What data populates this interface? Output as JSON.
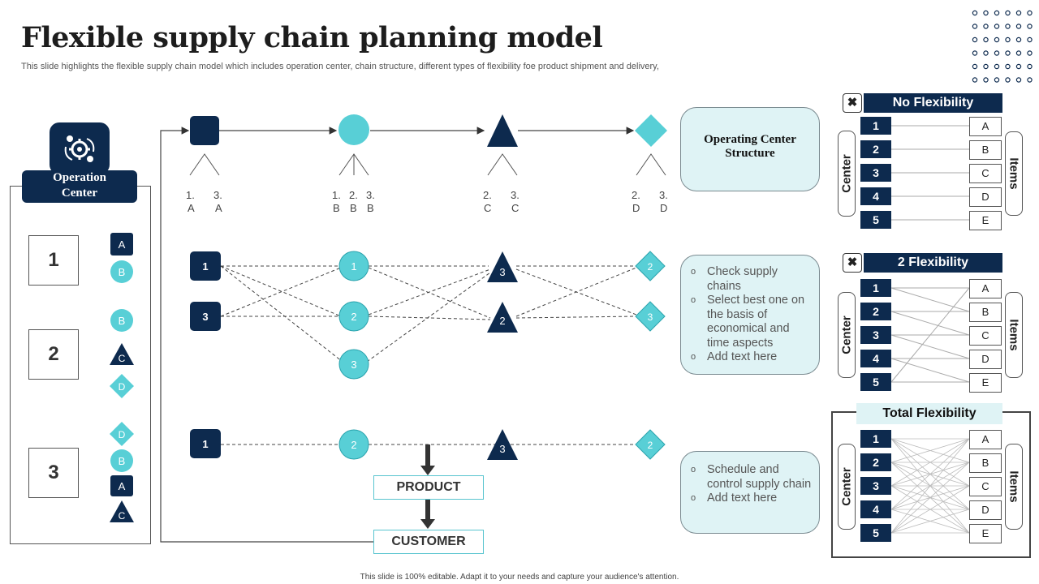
{
  "title": "Flexible supply chain planning model",
  "subtitle": "This slide highlights the flexible supply chain model which includes operation center, chain structure, different types of flexibility foe product shipment and delivery,",
  "footer": "This slide is 100% editable. Adapt it to your needs and capture your audience's attention.",
  "colors": {
    "navy": "#0d2a4e",
    "teal": "#58cfd6",
    "light_teal": "#dff3f5"
  },
  "operation_center": {
    "label_line1": "Operation",
    "label_line2": "Center",
    "icon": "gears-hands-icon",
    "rows": [
      {
        "number": "1",
        "shapes": [
          "A",
          "B"
        ]
      },
      {
        "number": "2",
        "shapes": [
          "B",
          "C",
          "D"
        ]
      },
      {
        "number": "3",
        "shapes": [
          "D",
          "B",
          "A",
          "C"
        ]
      }
    ]
  },
  "top_row": {
    "nodes": [
      {
        "shape": "square",
        "tags": [
          {
            "n": "1.",
            "l": "A"
          },
          {
            "n": "3.",
            "l": "A"
          }
        ]
      },
      {
        "shape": "circle",
        "tags": [
          {
            "n": "1.",
            "l": "B"
          },
          {
            "n": "2.",
            "l": "B"
          },
          {
            "n": "3.",
            "l": "B"
          }
        ]
      },
      {
        "shape": "triangle",
        "tags": [
          {
            "n": "2.",
            "l": "C"
          },
          {
            "n": "3.",
            "l": "C"
          }
        ]
      },
      {
        "shape": "diamond",
        "tags": [
          {
            "n": "2.",
            "l": "D"
          },
          {
            "n": "3.",
            "l": "D"
          }
        ]
      }
    ]
  },
  "middle_network": {
    "squares": [
      "1",
      "3"
    ],
    "circles": [
      "1",
      "2",
      "3"
    ],
    "triangles": [
      "3",
      "2"
    ],
    "diamonds": [
      "2",
      "3"
    ]
  },
  "bottom_chain": {
    "square": "1",
    "circle": "2",
    "triangle": "3",
    "diamond": "2",
    "product": "PRODUCT",
    "customer": "CUSTOMER"
  },
  "info_boxes": {
    "structure_line1": "Operating Center",
    "structure_line2": "Structure",
    "middle_bullets": [
      "Check supply chains",
      "Select best one on the basis of economical and time aspects",
      "Add text here"
    ],
    "bottom_bullets": [
      "Schedule and control supply chain",
      "Add text here"
    ]
  },
  "flexibility_panels": [
    {
      "title": "No Flexibility",
      "close_icon": "x-icon",
      "left_label": "Center",
      "right_label": "Items",
      "numbers": [
        "1",
        "2",
        "3",
        "4",
        "5"
      ],
      "letters": [
        "A",
        "B",
        "C",
        "D",
        "E"
      ]
    },
    {
      "title": "2 Flexibility",
      "close_icon": "x-icon",
      "left_label": "Center",
      "right_label": "Items",
      "numbers": [
        "1",
        "2",
        "3",
        "4",
        "5"
      ],
      "letters": [
        "A",
        "B",
        "C",
        "D",
        "E"
      ]
    },
    {
      "title": "Total Flexibility",
      "left_label": "Center",
      "right_label": "Items",
      "numbers": [
        "1",
        "2",
        "3",
        "4",
        "5"
      ],
      "letters": [
        "A",
        "B",
        "C",
        "D",
        "E"
      ]
    }
  ]
}
